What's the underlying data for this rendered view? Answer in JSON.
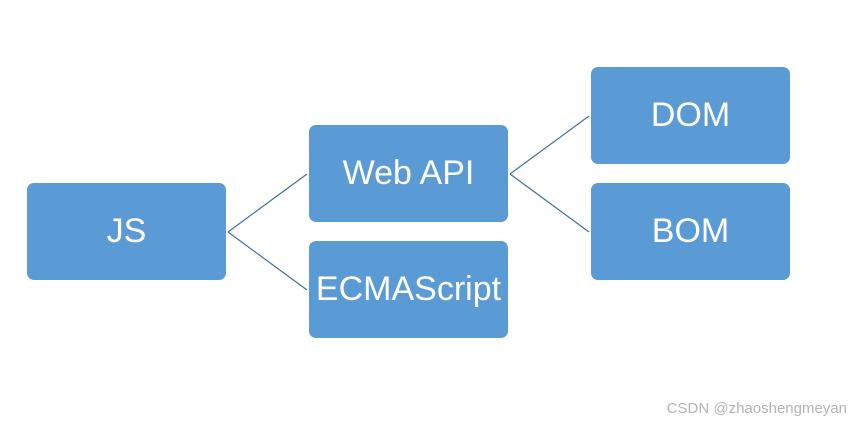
{
  "diagram": {
    "nodes": {
      "js": "JS",
      "web_api": "Web API",
      "ecmascript": "ECMAScript",
      "dom": "DOM",
      "bom": "BOM"
    },
    "edges": [
      {
        "from": "JS",
        "to": "Web API"
      },
      {
        "from": "JS",
        "to": "ECMAScript"
      },
      {
        "from": "Web API",
        "to": "DOM"
      },
      {
        "from": "Web API",
        "to": "BOM"
      }
    ],
    "colors": {
      "node_fill": "#5b9bd5",
      "node_text": "#ffffff",
      "connector": "#41719c"
    }
  },
  "watermark": "CSDN @zhaoshengmeyan"
}
